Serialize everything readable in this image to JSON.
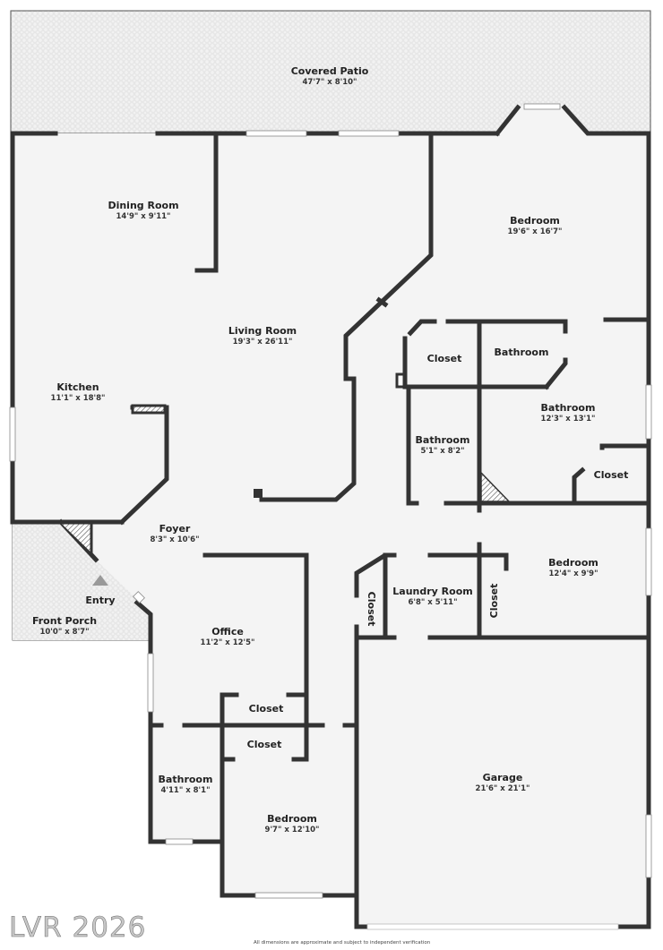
{
  "plan": {
    "rooms": {
      "covered_patio": {
        "name": "Covered Patio",
        "dim": "47'7\" x 8'10\""
      },
      "dining_room": {
        "name": "Dining Room",
        "dim": "14'9\" x 9'11\""
      },
      "living_room": {
        "name": "Living Room",
        "dim": "19'3\" x 26'11\""
      },
      "kitchen": {
        "name": "Kitchen",
        "dim": "11'1\" x 18'8\""
      },
      "primary_bedroom": {
        "name": "Bedroom",
        "dim": "19'6\" x 16'7\""
      },
      "closet_upper": {
        "name": "Closet"
      },
      "bathroom_upper": {
        "name": "Bathroom"
      },
      "bathroom_primary": {
        "name": "Bathroom",
        "dim": "12'3\" x 13'1\""
      },
      "bathroom_hall": {
        "name": "Bathroom",
        "dim": "5'1\" x 8'2\""
      },
      "closet_primary": {
        "name": "Closet"
      },
      "foyer": {
        "name": "Foyer",
        "dim": "8'3\" x 10'6\""
      },
      "entry": {
        "name": "Entry"
      },
      "front_porch": {
        "name": "Front Porch",
        "dim": "10'0\" x 8'7\""
      },
      "office": {
        "name": "Office",
        "dim": "11'2\" x 12'5\""
      },
      "bedroom_right": {
        "name": "Bedroom",
        "dim": "12'4\" x 9'9\""
      },
      "laundry_room": {
        "name": "Laundry Room",
        "dim": "6'8\" x 5'11\""
      },
      "closet_laundry_left": {
        "name": "Closet"
      },
      "closet_laundry_right": {
        "name": "Closet"
      },
      "closet_office": {
        "name": "Closet"
      },
      "closet_bedroom_lower": {
        "name": "Closet"
      },
      "bathroom_lower": {
        "name": "Bathroom",
        "dim": "4'11\" x 8'1\""
      },
      "bedroom_lower": {
        "name": "Bedroom",
        "dim": "9'7\" x 12'10\""
      },
      "garage": {
        "name": "Garage",
        "dim": "21'6\" x 21'1\""
      }
    },
    "watermark": "LVR 2026",
    "disclaimer": "All dimensions are approximate and subject to independent verification",
    "colors": {
      "wall": "#333333",
      "floor": "#f4f4f4",
      "patio": "#ebebeb",
      "window": "#ffffff"
    }
  }
}
